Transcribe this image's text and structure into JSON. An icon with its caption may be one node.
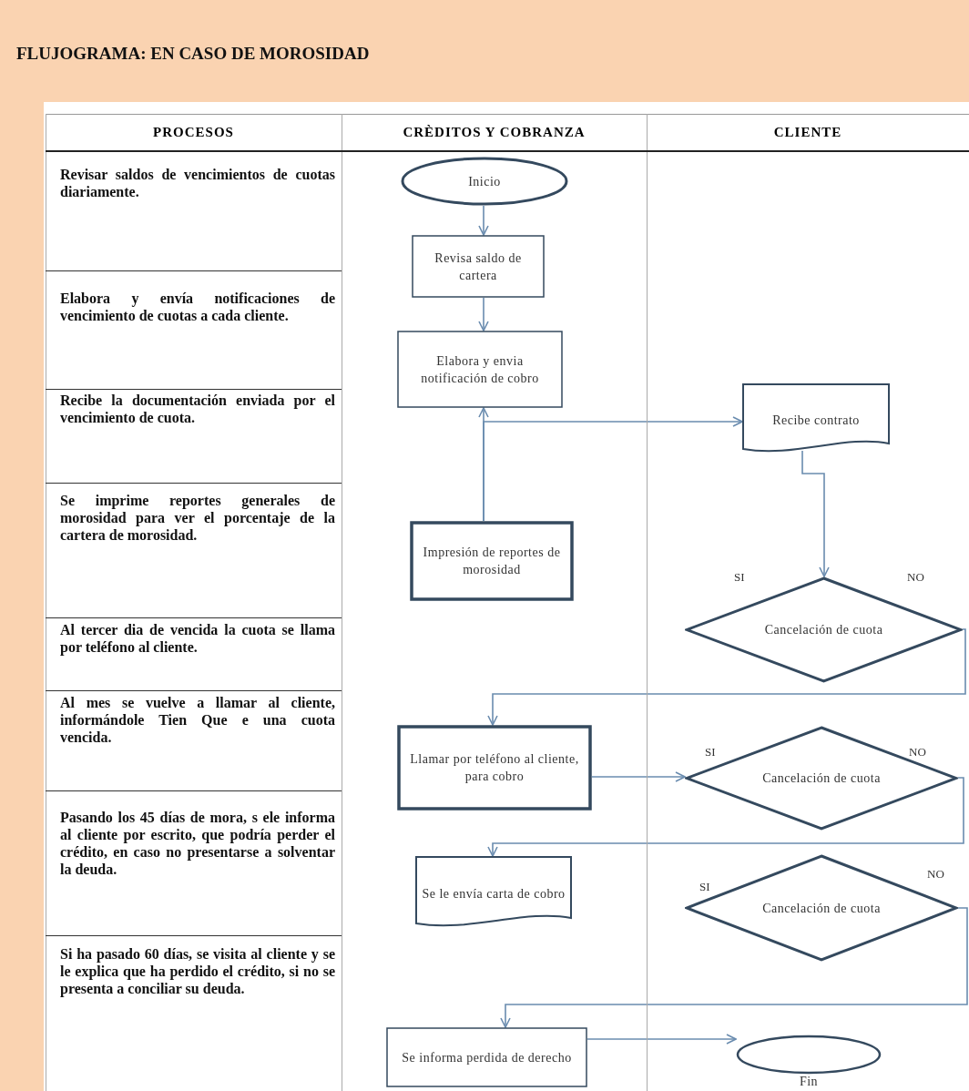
{
  "diagram": {
    "title": "FLUJOGRAMA: EN CASO DE MOROSIDAD",
    "nodes": [
      {
        "text": [
          "Inicio"
        ]
      },
      {
        "text": [
          "Revisa saldo de cartera"
        ]
      },
      {
        "text": [
          "Elabora y envia notificación de cobro"
        ]
      },
      {
        "text": [
          "Impresión de reportes de morosidad"
        ]
      },
      {
        "text": [
          "Recibe contrato"
        ]
      },
      {
        "text": [
          "Cancelación de cuota"
        ]
      },
      {
        "text": [
          "Llamar por teléfono al cliente, para cobro"
        ]
      },
      {
        "text": [
          "Cancelación de cuota"
        ]
      },
      {
        "text": [
          "Se le envía carta de cobro"
        ]
      },
      {
        "text": [
          "Cancelación de cuota"
        ]
      },
      {
        "text": [
          "Se informa perdida de derecho"
        ]
      },
      {
        "text": [
          "Fin"
        ]
      }
    ],
    "edges": [
      {
        "from": 0,
        "to": 1,
        "arrow": "to"
      },
      {
        "from": 1,
        "to": 2,
        "arrow": "to"
      },
      {
        "from": 3,
        "to": 2,
        "arrow": "to"
      },
      {
        "from": 3,
        "to": 4,
        "arrow": "to"
      },
      {
        "from": 4,
        "to": 5,
        "arrow": "to"
      },
      {
        "from": 5,
        "to": 6,
        "arrow": "to"
      },
      {
        "from": 6,
        "to": 7,
        "arrow": "to"
      },
      {
        "from": 7,
        "to": 8,
        "arrow": "to"
      },
      {
        "from": 9,
        "to": 10,
        "arrow": "to"
      },
      {
        "from": 10,
        "to": 11,
        "arrow": "to"
      }
    ],
    "labels": [
      "PROCESOS",
      "CRÈDITOS Y COBRANZA",
      "CLIENTE",
      "Revisar saldos de vencimientos de cuotas diariamente.",
      "Elabora y envía notificaciones de vencimiento de cuotas a cada cliente.",
      "Recibe la documentación enviada por el vencimiento de cuota.",
      "Se imprime reportes generales de morosidad para ver el porcentaje de la cartera de morosidad.",
      "Al tercer dia de vencida la cuota se llama por teléfono al cliente.",
      "Al mes se vuelve a llamar al cliente, informándole Tien Que e una cuota vencida.",
      "Pasando los 45 días de mora, s ele informa al cliente por escrito, que podría perder el crédito, en caso no presentarse a solventar la deuda.",
      "Si ha pasado 60 días, se visita al cliente y se le explica que ha perdido el crédito, si no se presenta a conciliar su deuda.",
      "SI",
      "NO",
      "SI",
      "NO",
      "SI",
      "NO"
    ]
  }
}
